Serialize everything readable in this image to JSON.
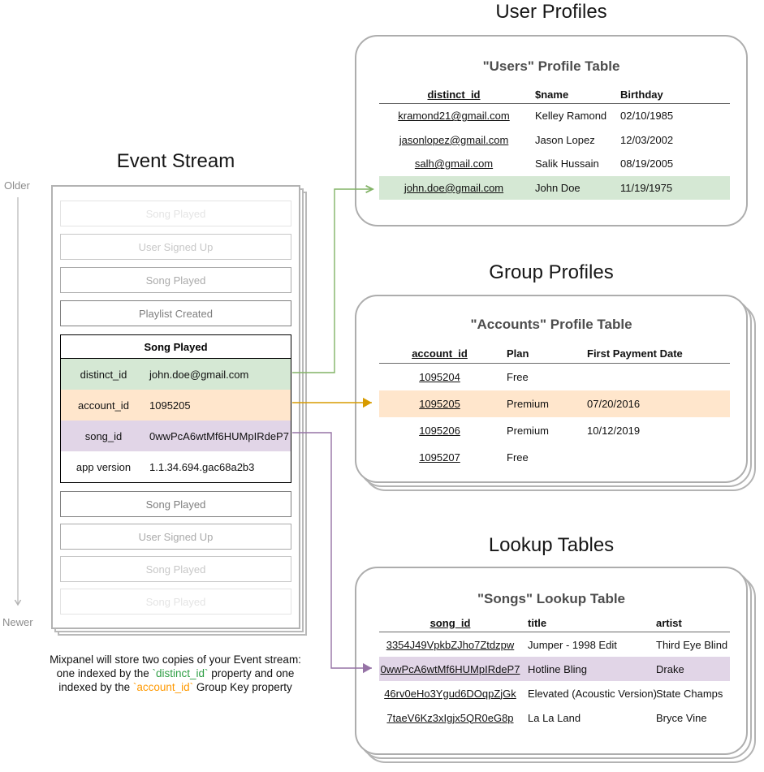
{
  "colors": {
    "green_fill": "#d5e8d4",
    "green_stroke": "#82b366",
    "green_text": "#2e9e44",
    "orange_fill": "#ffe6cc",
    "orange_stroke": "#d79b00",
    "orange_text": "#ff9900",
    "purple_fill": "#e1d5e7",
    "purple_stroke": "#9673a6",
    "container_border": "#b3b3b3"
  },
  "event_stream": {
    "title": "Event Stream",
    "older_label": "Older",
    "newer_label": "Newer",
    "events_before": [
      "Song Played",
      "User Signed Up",
      "Song Played",
      "Playlist Created"
    ],
    "expanded_event": {
      "name": "Song Played",
      "properties": [
        {
          "key": "distinct_id",
          "value": "john.doe@gmail.com"
        },
        {
          "key": "account_id",
          "value": "1095205"
        },
        {
          "key": "song_id",
          "value": "0wwPcA6wtMf6HUMpIRdeP7"
        },
        {
          "key": "app version",
          "value": "1.1.34.694.gac68a2b3"
        }
      ]
    },
    "events_after": [
      "Song Played",
      "User Signed Up",
      "Song Played",
      "Song Played"
    ]
  },
  "user_profiles": {
    "section_title": "User Profiles",
    "table_title": "\"Users\" Profile Table",
    "columns": [
      "distinct_id",
      "$name",
      "Birthday"
    ],
    "rows": [
      [
        "kramond21@gmail.com",
        "Kelley Ramond",
        "02/10/1985"
      ],
      [
        "jasonlopez@gmail.com",
        "Jason Lopez",
        "12/03/2002"
      ],
      [
        "salh@gmail.com",
        "Salik Hussain",
        "08/19/2005"
      ],
      [
        "john.doe@gmail.com",
        "John Doe",
        "11/19/1975"
      ]
    ],
    "highlighted_row_index": 3
  },
  "group_profiles": {
    "section_title": "Group Profiles",
    "table_title": "\"Accounts\" Profile Table",
    "columns": [
      "account_id",
      "Plan",
      "First Payment Date"
    ],
    "rows": [
      [
        "1095204",
        "Free",
        ""
      ],
      [
        "1095205",
        "Premium",
        "07/20/2016"
      ],
      [
        "1095206",
        "Premium",
        "10/12/2019"
      ],
      [
        "1095207",
        "Free",
        ""
      ]
    ],
    "highlighted_row_index": 1
  },
  "lookup_tables": {
    "section_title": "Lookup Tables",
    "table_title": "\"Songs\" Lookup Table",
    "columns": [
      "song_id",
      "title",
      "artist"
    ],
    "rows": [
      [
        "3354J49VpkbZJho7Ztdzpw",
        "Jumper - 1998 Edit",
        "Third Eye Blind"
      ],
      [
        "0wwPcA6wtMf6HUMpIRdeP7",
        "Hotline Bling",
        "Drake"
      ],
      [
        "46rv0eHo3Ygud6DOqpZjGk",
        "Elevated (Acoustic Version)",
        "State Champs"
      ],
      [
        "7taeV6Kz3xIgjx5QR0eG8p",
        "La La Land",
        "Bryce Vine"
      ]
    ],
    "highlighted_row_index": 1
  },
  "caption": {
    "line1": "Mixpanel will store two copies of your Event stream:",
    "line2_pre": "one indexed by the ",
    "line2_code": "`distinct_id`",
    "line2_post": " property and one",
    "line3_pre": "indexed by the ",
    "line3_code": "`account_id`",
    "line3_post": " Group Key property"
  }
}
